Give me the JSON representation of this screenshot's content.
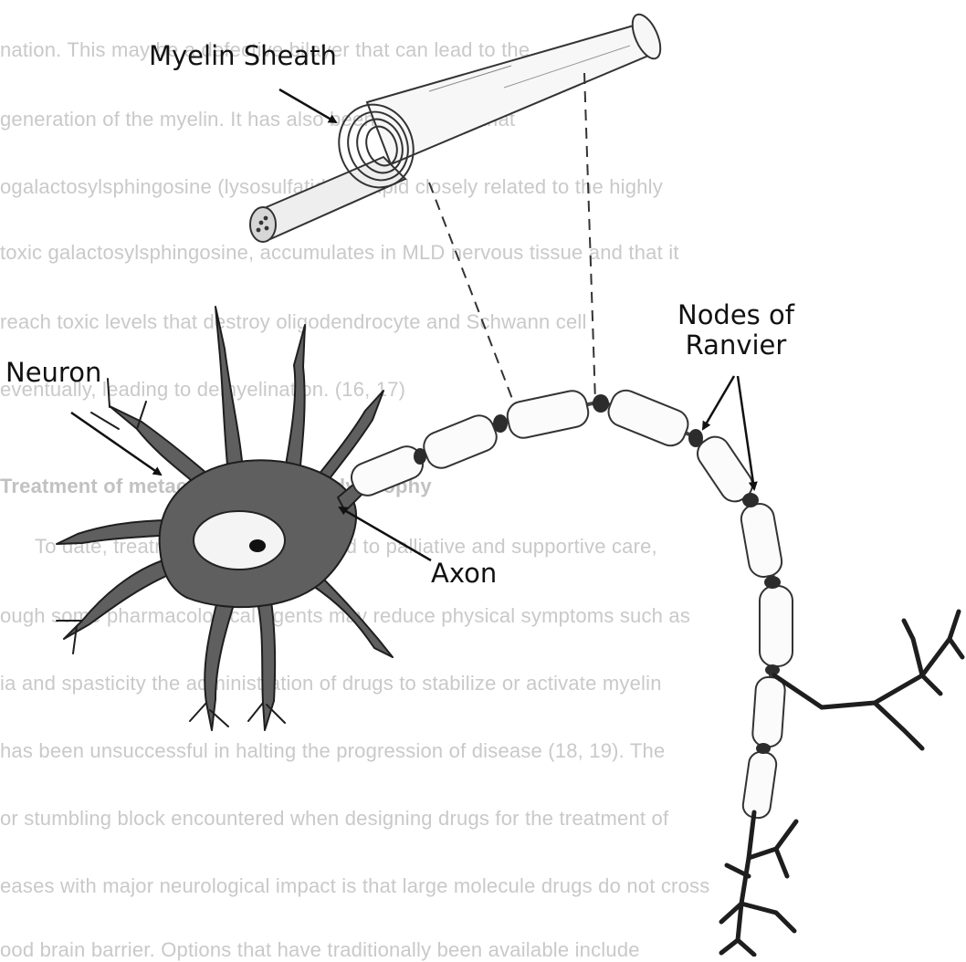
{
  "labels": {
    "myelin_sheath": "Myelin Sheath",
    "neuron": "Neuron",
    "nodes_of_ranvier_line1": "Nodes of",
    "nodes_of_ranvier_line2": "Ranvier",
    "axon": "Axon"
  },
  "background_text": [
    "nation.  This may be a defective bilayer that can lead to the",
    "generation of the myelin. It has also been suggested that",
    "ogalactosylsphingosine (lysosulfatide), a lipid closely related to the highly",
    "toxic galactosylsphingosine, accumulates in MLD nervous tissue and that it",
    "reach toxic levels that destroy oligodendrocyte and Schwann cell",
    "eventually, leading to demyelination. (16, 17)",
    "Treatment of metachromatic leukodystrophy",
    "To date, treatment of MLD is limited to palliative and supportive care,",
    "ough some pharmacological agents may reduce physical symptoms such as",
    "ia and spasticity the administration of drugs to stabilize or activate myelin",
    "has been unsuccessful in halting the progression of disease (18, 19). The",
    "or stumbling block encountered when designing drugs for the treatment of",
    "eases with major neurological impact is that large molecule drugs do not cross",
    "ood brain barrier.  Options that have traditionally been available include"
  ],
  "colors": {
    "ink": "#111111",
    "cell_fill": "#5f5f5f",
    "node_fill": "#2c2c2c",
    "background_text": "#c9c9c9"
  }
}
